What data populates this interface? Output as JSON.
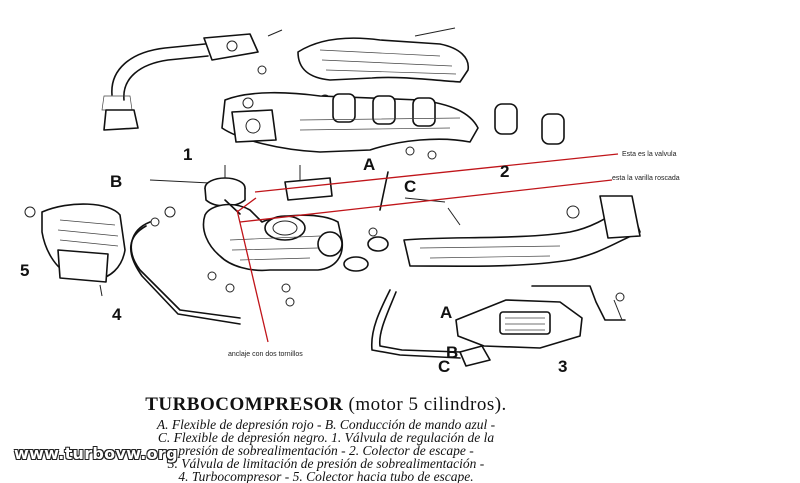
{
  "labels": {
    "n1": "1",
    "n2": "2",
    "n3": "3",
    "n4": "4",
    "n5": "5",
    "a_top": "A",
    "b_top": "B",
    "c_top": "C",
    "a_bottom": "A",
    "b_bottom": "B",
    "c_bottom": "C"
  },
  "annotations": {
    "valve": "Esta es la valvula",
    "rod": "esta la varilla roscada",
    "anchor": "anclaje con dos tornillos"
  },
  "caption": {
    "title": "TURBOCOMPRESOR",
    "title_paren": "(motor 5 cilindros).",
    "lines": [
      "A. Flexible de depresión rojo - B. Conducción de mando azul -",
      "C. Flexible de depresión negro. 1. Válvula de regulación de la",
      "presión de sobrealimentación - 2. Colector de escape -",
      "3. Válvula de limitación de presión de sobrealimentación -",
      "4. Turbocompresor - 5. Colector hacia tubo de escape."
    ]
  },
  "watermark": "www.turbovw.org",
  "colors": {
    "annotation_line": "#c0151a",
    "ink": "#111111"
  }
}
